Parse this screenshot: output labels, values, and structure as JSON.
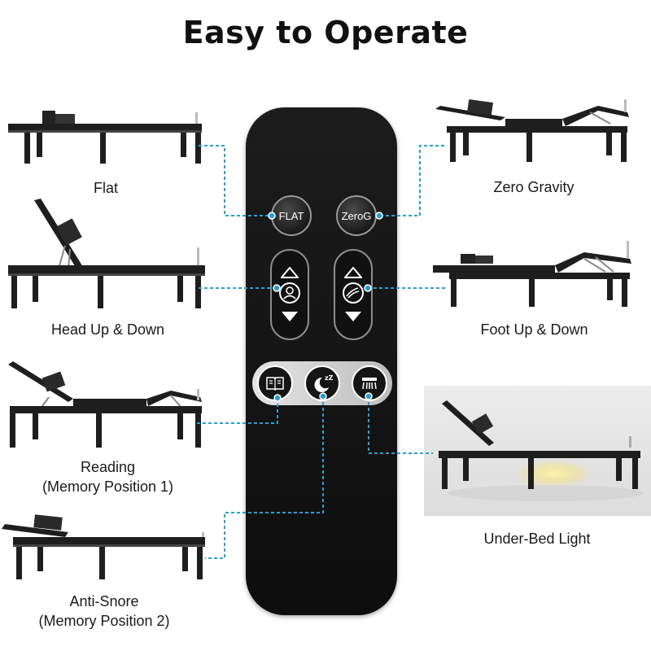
{
  "title": "Easy to Operate",
  "modes": {
    "flat": "Flat",
    "zero_gravity": "Zero Gravity",
    "head": "Head Up & Down",
    "foot": "Foot Up & Down",
    "reading_1": "Reading",
    "reading_2": "(Memory Position 1)",
    "snore_1": "Anti-Snore",
    "snore_2": "(Memory Position 2)",
    "light": "Under-Bed Light"
  },
  "remote": {
    "flat_label": "FLAT",
    "zerog_label": "ZeroG"
  },
  "colors": {
    "connector": "#2a9fd0",
    "remote_body": "#141414",
    "bed_frame": "#1e1e1e"
  },
  "icons": [
    "book-icon",
    "moon-sleep-icon",
    "light-icon",
    "head-icon",
    "leg-icon",
    "arrow-up-icon",
    "arrow-down-icon"
  ]
}
